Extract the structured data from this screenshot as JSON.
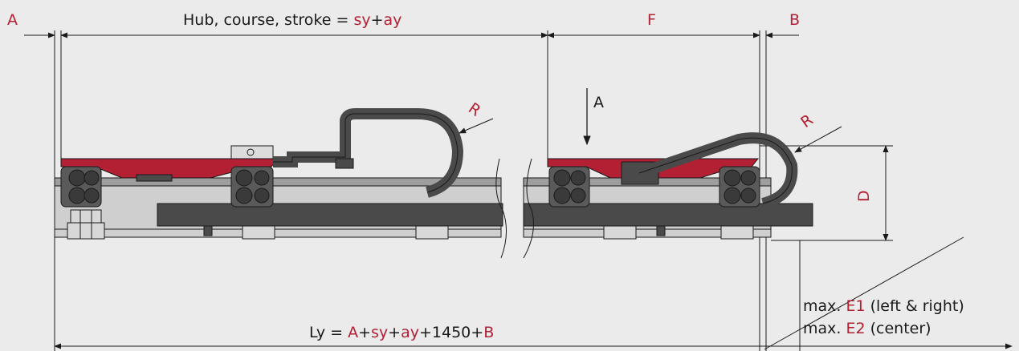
{
  "labels": {
    "dim_a": "A",
    "dim_b": "B",
    "dim_f": "F",
    "dim_d": "D",
    "radius_left": "R",
    "radius_right": "R",
    "view_arrow": "A"
  },
  "stroke": {
    "prefix": "Hub, course, stroke = ",
    "sy": "sy",
    "plus": "+",
    "ay": "ay"
  },
  "length": {
    "prefix": "Ly = ",
    "a": "A",
    "plus1": "+",
    "sy": "sy",
    "plus2": "+",
    "ay": "ay",
    "const": "+1450+",
    "b": "B"
  },
  "max_e1": {
    "prefix": "max. ",
    "code": "E1",
    "suffix": " (left & right)"
  },
  "max_e2": {
    "prefix": "max. ",
    "code": "E2",
    "suffix": " (center)"
  },
  "colors": {
    "accent": "#b32034",
    "body_dark": "#4a4a4a",
    "rail": "#c9c9c9",
    "line": "#1a1a1a",
    "background": "#ebebeb"
  }
}
